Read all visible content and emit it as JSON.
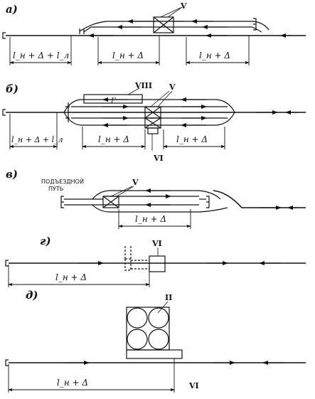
{
  "sections": [
    {
      "id": "a",
      "label": "а)",
      "callouts": [
        "V"
      ],
      "dims": [
        "l_н + Δ + l_л",
        "l_н + Δ",
        "l_н + Δ"
      ]
    },
    {
      "id": "b",
      "label": "б)",
      "callouts": [
        "VIII",
        "V",
        "VI"
      ],
      "building_label": "Г",
      "dims": [
        "l_н + Δ + l_л",
        "l_н + Δ",
        "l_н + Δ"
      ]
    },
    {
      "id": "v",
      "label": "в)",
      "callouts": [
        "V"
      ],
      "spur_label_line1": "ПОДЪЕЗДНОЙ",
      "spur_label_line2": "ПУТЬ",
      "dims": [
        "l_н + Δ"
      ]
    },
    {
      "id": "g",
      "label": "г)",
      "callouts": [
        "VI"
      ],
      "dims": [
        "l_н + Δ"
      ]
    },
    {
      "id": "d",
      "label": "д)",
      "callouts": [
        "II",
        "VI"
      ],
      "dims": [
        "l_н + Δ"
      ]
    }
  ]
}
